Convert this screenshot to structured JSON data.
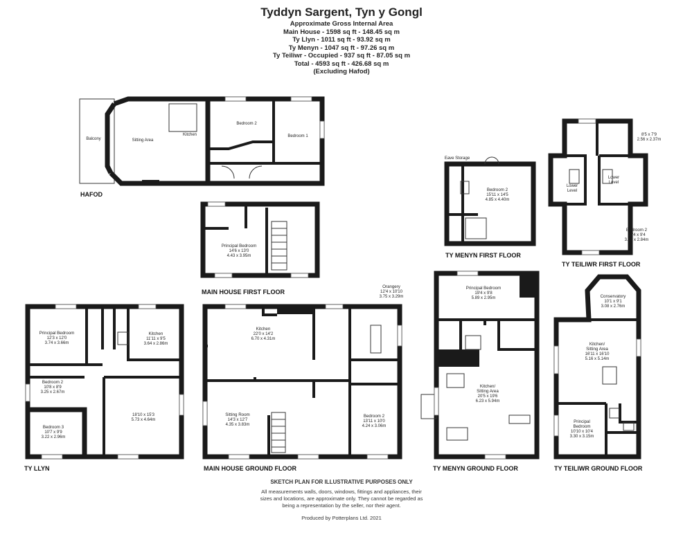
{
  "header": {
    "title": "Tyddyn Sargent, Tyn y Gongl",
    "lines": [
      "Approximate Gross Internal Area",
      "Main House - 1598 sq ft - 148.45 sq m",
      "Ty Llyn - 1011 sq ft - 93.92 sq m",
      "Ty Menyn - 1047 sq ft - 97.26 sq m",
      "Ty Teiliwr - Occupied - 937 sq ft - 87.05 sq m",
      "Total - 4593 sq ft - 426.68 sq m",
      "(Excluding Hafod)"
    ]
  },
  "captions": {
    "hafod": "HAFOD",
    "main_first": "MAIN HOUSE FIRST FLOOR",
    "main_ground": "MAIN HOUSE GROUND FLOOR",
    "ty_llyn": "TY LLYN",
    "ty_menyn_first": "TY MENYN FIRST FLOOR",
    "ty_menyn_ground": "TY MENYN GROUND FLOOR",
    "ty_teiliwr_first": "TY TEILIWR FIRST FLOOR",
    "ty_teiliwr_ground": "TY TEILIWR GROUND FLOOR"
  },
  "rooms": {
    "hafod_balcony": [
      "Balcony"
    ],
    "hafod_sitting": [
      "Sitting Area"
    ],
    "hafod_kitchen": [
      "Kitchen"
    ],
    "hafod_bed2": [
      "Bedroom 2"
    ],
    "hafod_bed1": [
      "Bedroom 1"
    ],
    "main_principal": [
      "Principal Bedroom",
      "14'6 x 13'0",
      "4.43 x 3.95m"
    ],
    "main_kitchen": [
      "Kitchen",
      "22'0 x 14'2",
      "6.70 x 4.31m"
    ],
    "main_orangery": [
      "Orangery",
      "12'4 x 10'10",
      "3.75 x 3.29m"
    ],
    "main_sitting": [
      "Sitting Room",
      "14'3 x 12'7",
      "4.35 x 3.83m"
    ],
    "main_bed2": [
      "Bedroom 2",
      "13'11 x 10'0",
      "4.24 x 3.06m"
    ],
    "llyn_principal": [
      "Principal Bedroom",
      "12'3 x 12'0",
      "3.74 x 3.66m"
    ],
    "llyn_kitchen": [
      "Kitchen",
      "11'11 x 9'5",
      "3.64 x 2.86m"
    ],
    "llyn_bed2": [
      "Bedroom 2",
      "10'8 x 8'9",
      "3.25 x 2.67m"
    ],
    "llyn_living": [
      "18'10 x 15'3",
      "5.73 x 4.64m"
    ],
    "llyn_bed3": [
      "Bedroom 3",
      "10'7 x 9'9",
      "3.22 x 2.96m"
    ],
    "menyn_eave": [
      "Eave Storage"
    ],
    "menyn_bed2": [
      "Bedroom 2",
      "15'11 x 14'5",
      "4.85 x 4.40m"
    ],
    "menyn_principal": [
      "Principal Bedroom",
      "19'4 x 9'8",
      "5.89 x 2.95m"
    ],
    "menyn_kitchen": [
      "Kitchen/",
      "Sitting Area",
      "20'5 x 19'6",
      "6.23 x 5.94m"
    ],
    "teil_small": [
      "8'5 x 7'9",
      "2.56 x 2.37m"
    ],
    "teil_lower_l": [
      "Lower",
      "Level"
    ],
    "teil_lower_r": [
      "Lower",
      "Level"
    ],
    "teil_bed2": [
      "Bedroom 2",
      "10'4 x 9'4",
      "3.16 x 2.84m"
    ],
    "teil_conservatory": [
      "Conservatory",
      "10'1 x 9'1",
      "3.08 x 2.76m"
    ],
    "teil_kitchen": [
      "Kitchen/",
      "Sitting Area",
      "16'11 x 16'10",
      "5.16 x 5.14m"
    ],
    "teil_principal": [
      "Principal",
      "Bedroom",
      "10'10 x 10'4",
      "3.30 x 3.15m"
    ]
  },
  "footer": {
    "sketch": "SKETCH PLAN FOR ILLUSTRATIVE PURPOSES ONLY",
    "disclaimer": [
      "All measurements walls, doors, windows, fittings and appliances, their",
      "sizes and locations, are approximate only. They cannot be regarded as",
      "being a representation by the seller, nor their agent."
    ],
    "produced": "Produced by Potterplans Ltd. 2021"
  }
}
